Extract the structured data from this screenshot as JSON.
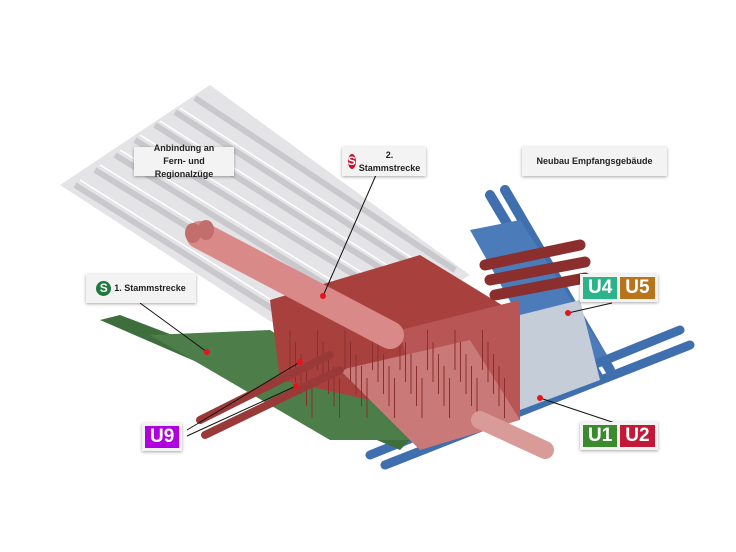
{
  "labels": {
    "fern_regional": {
      "line1": "Anbindung an",
      "line2": "Fern- und Regionalzüge"
    },
    "stammstrecke2": {
      "badge": "S",
      "text": "2. Stammstrecke",
      "badge_color": "#c8102e"
    },
    "empfangsgebaeude": {
      "text": "Neubau Empfangsgebäude"
    },
    "stammstrecke1": {
      "badge": "S",
      "text": "1. Stammstrecke",
      "badge_color": "#1e7a3c"
    },
    "u4u5": [
      {
        "text": "U4",
        "color": "#2bb38a"
      },
      {
        "text": "U5",
        "color": "#b8741a"
      }
    ],
    "u9": [
      {
        "text": "U9",
        "color": "#b000e0"
      }
    ],
    "u1u2": [
      {
        "text": "U1",
        "color": "#3c8a2e"
      },
      {
        "text": "U2",
        "color": "#c41838"
      }
    ]
  },
  "colors": {
    "platforms": "#d8d8dc",
    "s2_tunnel": "#d98a88",
    "station_core": "#a8403e",
    "s1_tunnel": "#3e6e3c",
    "u_tunnels": "#3f6fae"
  }
}
